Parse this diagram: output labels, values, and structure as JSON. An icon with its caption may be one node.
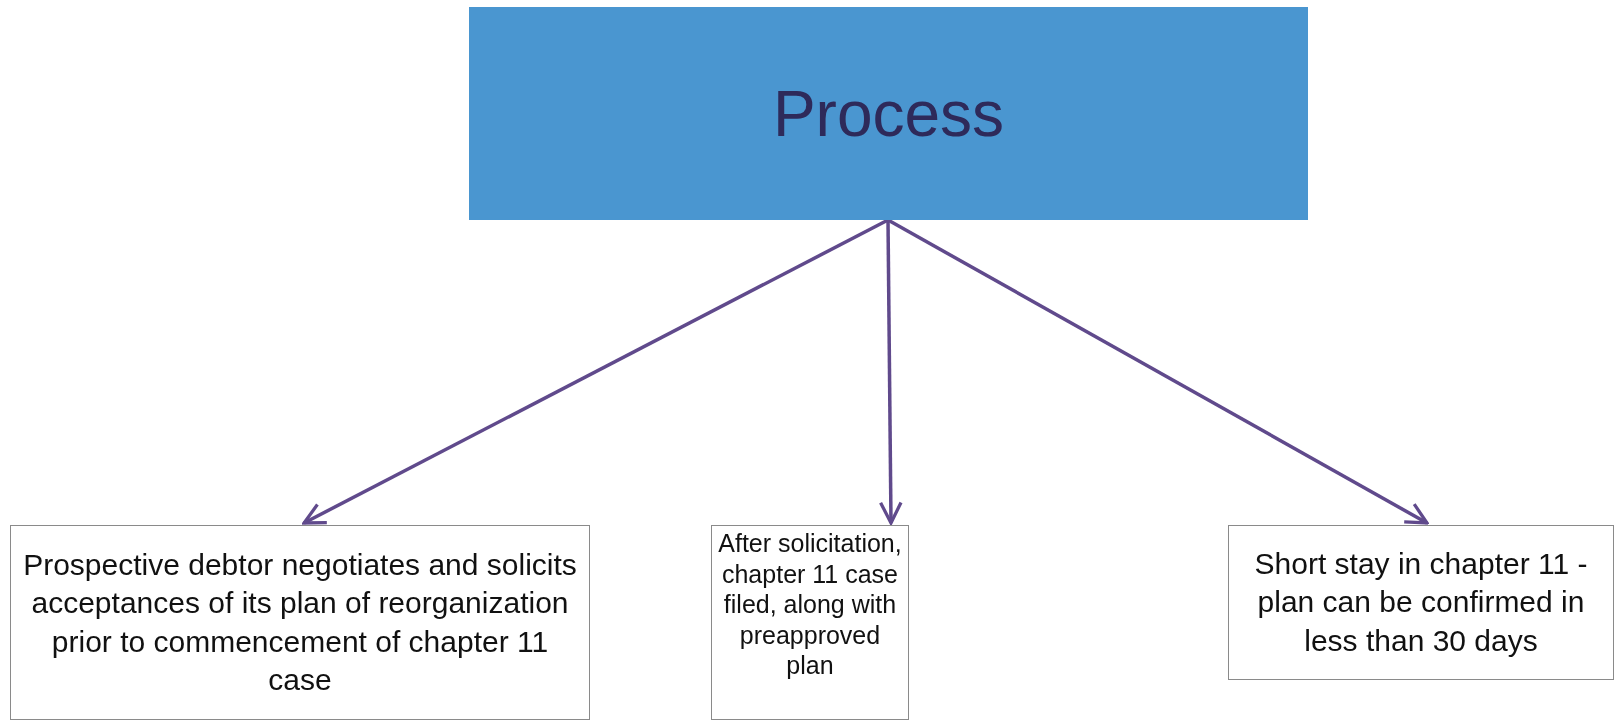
{
  "diagram": {
    "nodes": [
      {
        "text": [
          "Process"
        ]
      },
      {
        "text": [
          "Prospective debtor negotiates and solicits acceptances of its plan of reorganization prior to commencement of chapter 11 case"
        ]
      },
      {
        "text": [
          "After solicitation, chapter 11 case filed, along with preapproved plan"
        ]
      },
      {
        "text": [
          "Short stay in chapter 11 - plan can be confirmed in less than 30 days"
        ]
      }
    ],
    "edges": [
      {
        "from": 0,
        "to": 1,
        "arrow": "to"
      },
      {
        "from": 0,
        "to": 2,
        "arrow": "to"
      },
      {
        "from": 0,
        "to": 3,
        "arrow": "to"
      }
    ]
  }
}
